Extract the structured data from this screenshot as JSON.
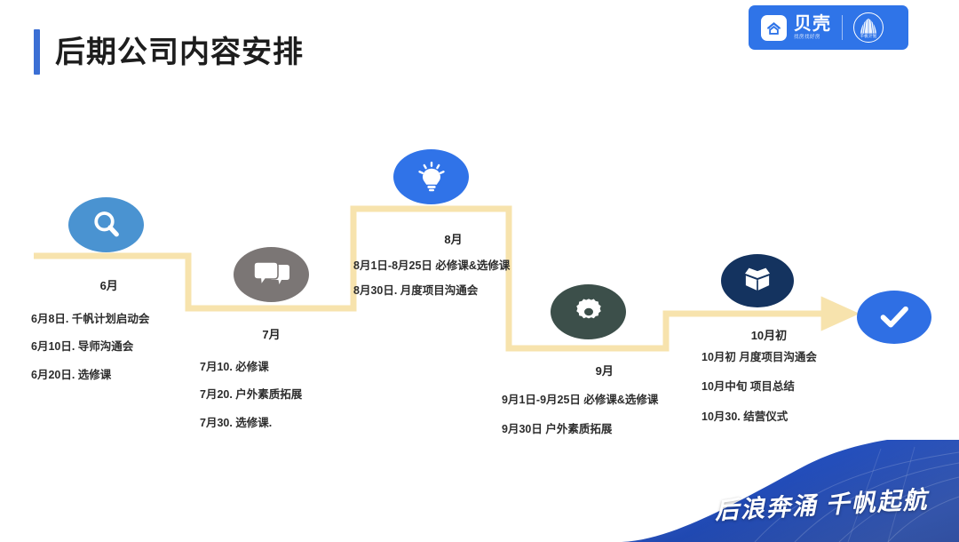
{
  "header": {
    "title": "后期公司内容安排",
    "accent_color": "#3b6fd4"
  },
  "logo": {
    "badge_color": "#2f74e8",
    "house_icon": "house-logo-icon",
    "brand": "贝壳",
    "brand_sub": "找房找好房",
    "emblem_text": "千帆计划"
  },
  "timeline": {
    "connector_color": "#f7e3ad",
    "nodes": [
      {
        "id": "june",
        "icon": "magnifier-icon",
        "icon_color": "#4a93d1",
        "month": "6月",
        "entries": [
          "6月8日. 千帆计划启动会",
          "6月10日. 导师沟通会",
          "6月20日. 选修课"
        ]
      },
      {
        "id": "july",
        "icon": "chat-bubble-icon",
        "icon_color": "#7b7675",
        "month": "7月",
        "entries": [
          "7月10. 必修课",
          "7月20. 户外素质拓展",
          "7月30. 选修课."
        ]
      },
      {
        "id": "august",
        "icon": "lightbulb-icon",
        "icon_color": "#3073e8",
        "month": "8月",
        "entries": [
          "8月1日-8月25日 必修课&选修课",
          "8月30日. 月度项目沟通会"
        ]
      },
      {
        "id": "september",
        "icon": "gear-icon",
        "icon_color": "#3c4f4a",
        "month": "9月",
        "entries": [
          "9月1日-9月25日  必修课&选修课",
          "9月30日  户外素质拓展"
        ]
      },
      {
        "id": "october",
        "icon": "open-box-icon",
        "icon_color": "#14335f",
        "month": "10月初",
        "entries": [
          "10月初  月度项目沟通会",
          "10月中旬  项目总结",
          "10月30. 结营仪式"
        ]
      }
    ],
    "end_marker": {
      "icon": "check-circle-icon",
      "icon_color": "#2f6fe4"
    }
  },
  "footer": {
    "slogan": "后浪奔涌 千帆起航",
    "wave_color": "#1e49b8"
  }
}
